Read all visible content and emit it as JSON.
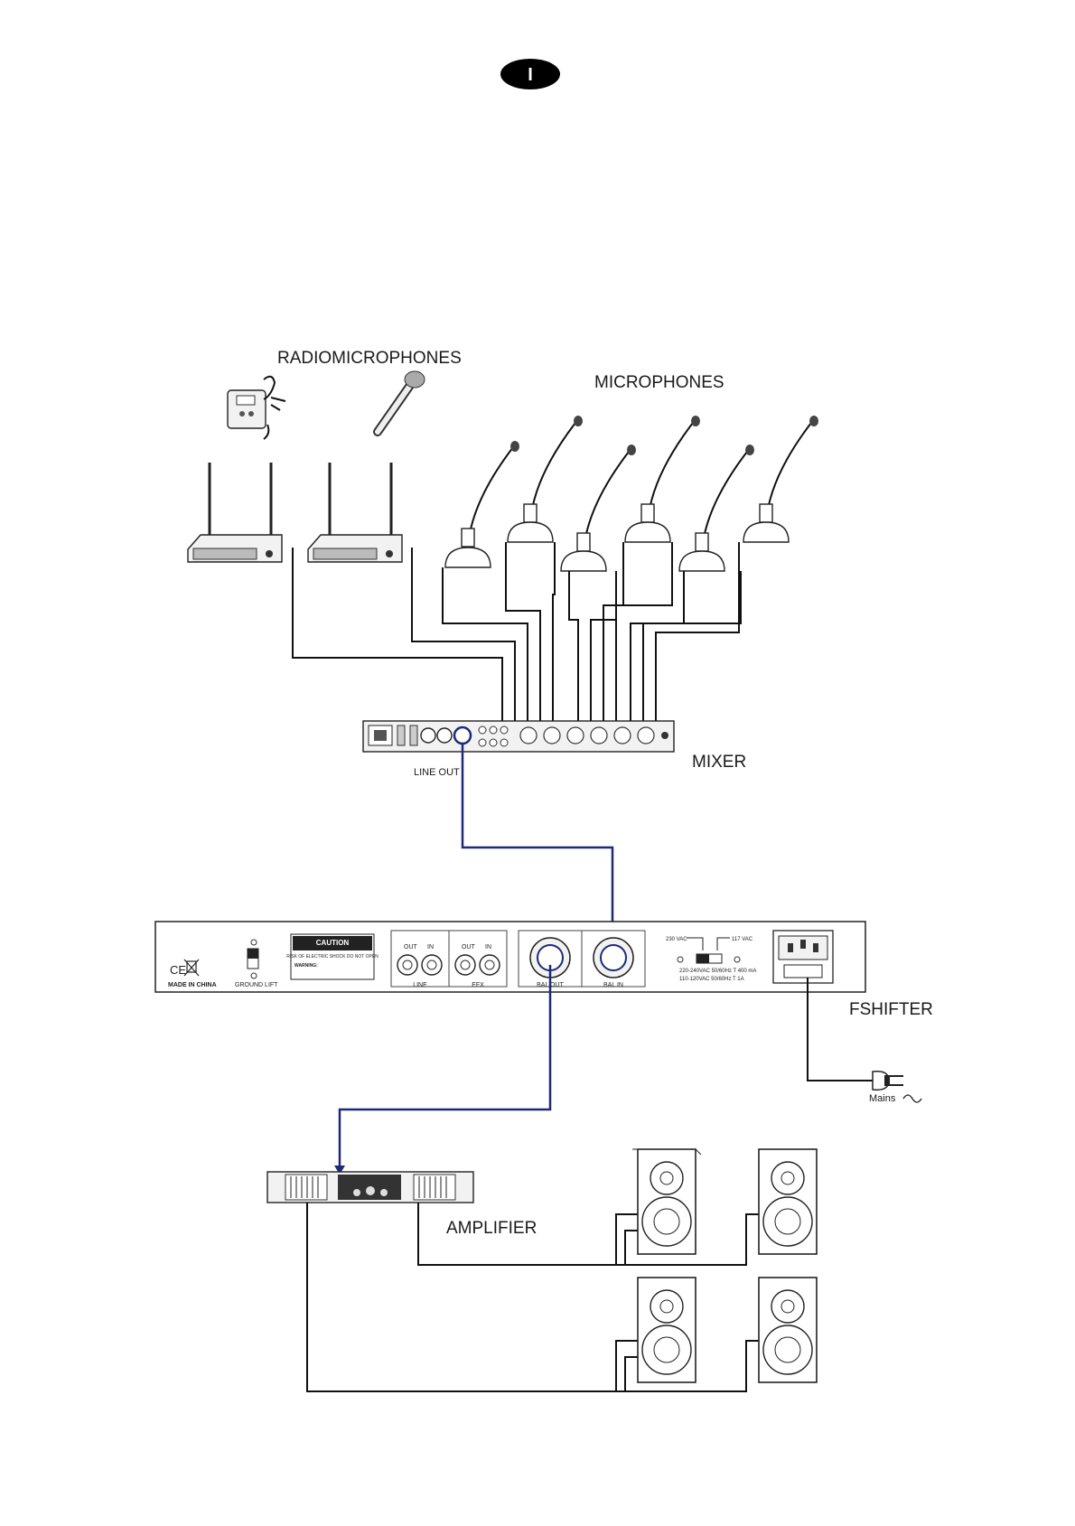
{
  "page": {
    "badge": "I"
  },
  "labels": {
    "radiomicrophones": "RADIOMICROPHONES",
    "microphones": "MICROPHONES",
    "mixer": "MIXER",
    "line_out": "LINE OUT",
    "fshifter": "FSHIFTER",
    "amplifier": "AMPLIFIER",
    "mains": "Mains"
  },
  "fshifter_panel": {
    "made_in": "MADE IN CHINA",
    "ground_lift": "GROUND LIFT",
    "caution_title": "CAUTION",
    "caution_sub": "RISK OF ELECTRIC SHOCK DO NOT OPEN",
    "warning": "WARNING:",
    "line_out": "OUT",
    "line_in": "IN",
    "line_label": "LINE",
    "efx_out": "OUT",
    "efx_in": "IN",
    "efx_label": "EFX",
    "bal_out": "BAL OUT",
    "bal_in": "BAL IN",
    "v230": "230 VAC",
    "v117": "117 VAC",
    "rating1": "220-240VAC 50/60Hz T 400 mA",
    "rating2": "110-120VAC 50/60Hz T 1A"
  },
  "colors": {
    "signal_wire": "#1e2a78",
    "wire": "#111111",
    "badge": "#000000"
  }
}
